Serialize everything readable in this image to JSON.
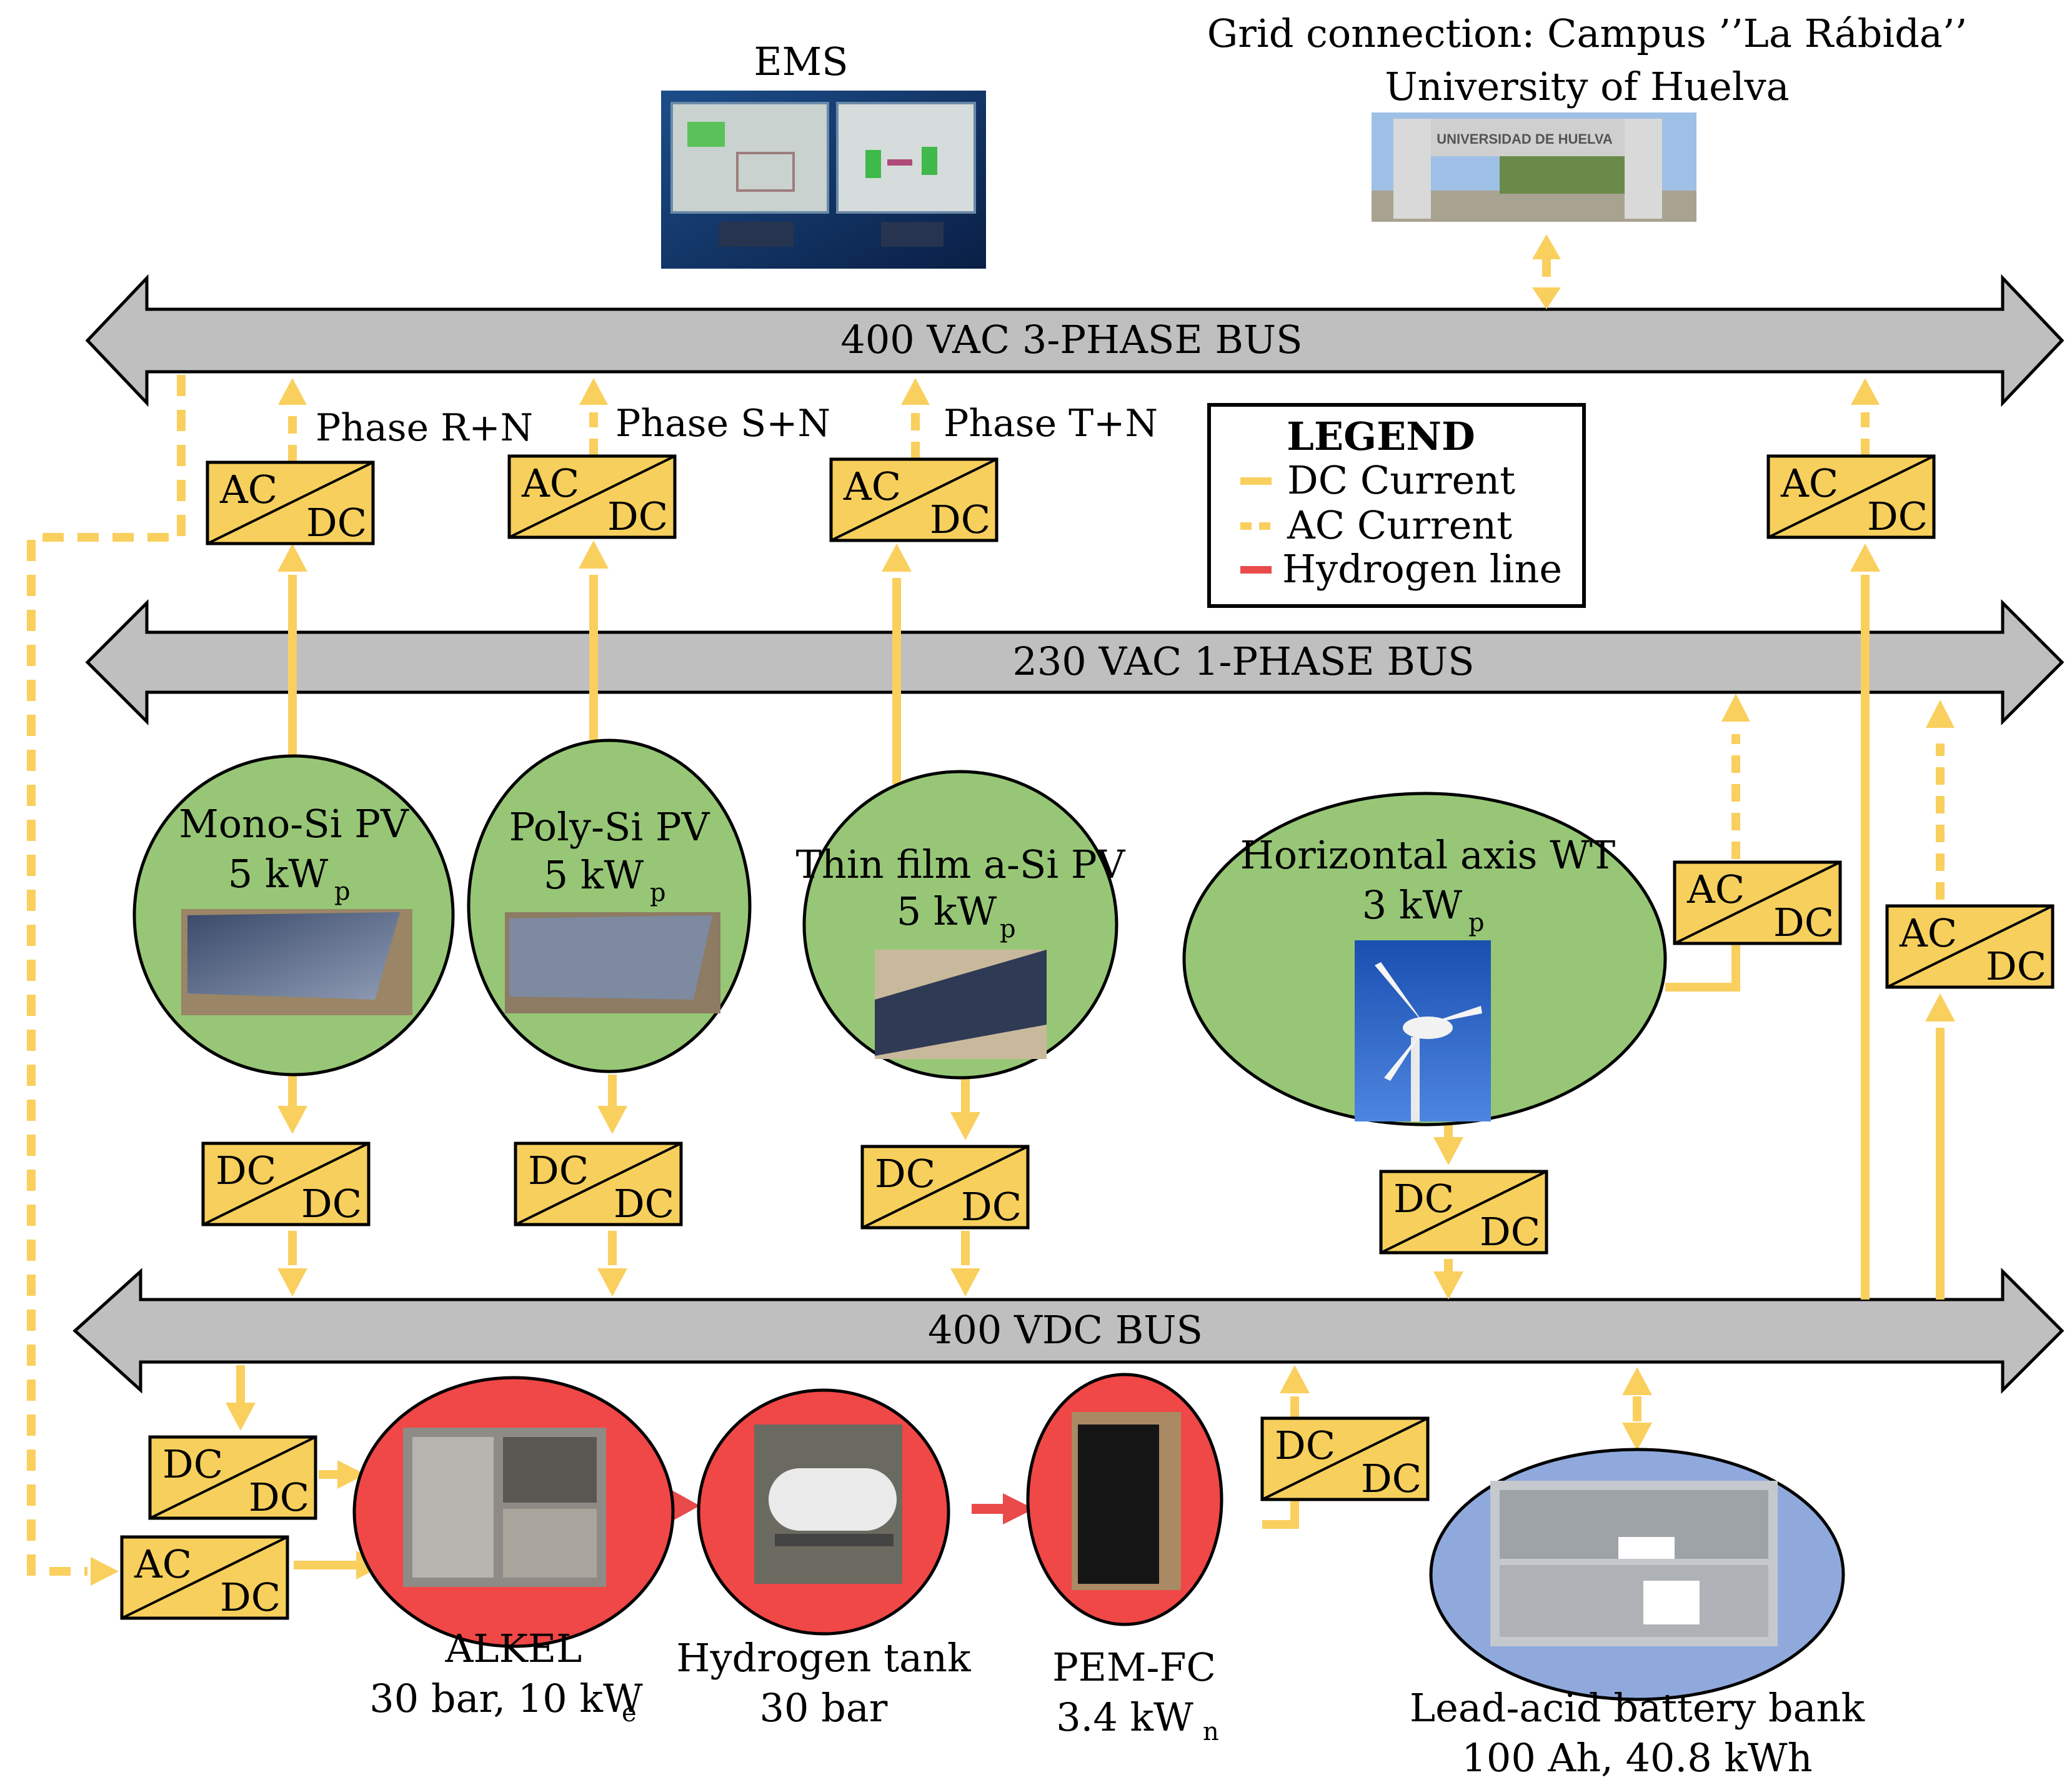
{
  "colors": {
    "dc_line": "#f9cf5e",
    "ac_line": "#f9cf5e",
    "hydrogen_line": "#e94a4a",
    "bus_fill": "#bfbfbf",
    "converter_fill": "#f7cf5c",
    "green_node": "#97c776",
    "red_node": "#f04747",
    "blue_node": "#8fa9dc"
  },
  "ems": {
    "label": "EMS"
  },
  "grid": {
    "line1": "Grid connection: Campus ’’La Rábida’’",
    "line2": "University of Huelva",
    "photo_sign": "UNIVERSIDAD DE HUELVA"
  },
  "buses": {
    "ac3": "400 VAC 3-PHASE BUS",
    "ac1": "230 VAC 1-PHASE BUS",
    "dc": "400 VDC BUS"
  },
  "phases": {
    "r": "Phase R+N",
    "s": "Phase S+N",
    "t": "Phase T+N"
  },
  "legend": {
    "title": "LEGEND",
    "dc": "DC Current",
    "ac": "AC Current",
    "h2": "Hydrogen line"
  },
  "converters": {
    "ac": "AC",
    "dc": "DC"
  },
  "sources": {
    "mono": {
      "name": "Mono-Si PV",
      "power": "5 kW",
      "sub": "p"
    },
    "poly": {
      "name": "Poly-Si PV",
      "power": "5 kW",
      "sub": "p"
    },
    "thin": {
      "name": "Thin film a-Si PV",
      "power": "5 kW",
      "sub": "p"
    },
    "wt": {
      "name": "Horizontal axis WT",
      "power": "3 kW",
      "sub": "p"
    }
  },
  "storage": {
    "alkel": {
      "name": "ALKEL",
      "spec": "30 bar, 10 kW",
      "sub": "e"
    },
    "tank": {
      "name": "Hydrogen tank",
      "spec": "30 bar"
    },
    "pemfc": {
      "name": "PEM-FC",
      "spec": "3.4 kW",
      "sub": "n"
    },
    "battery": {
      "name": "Lead-acid battery bank",
      "spec": "100 Ah, 40.8 kWh"
    }
  }
}
